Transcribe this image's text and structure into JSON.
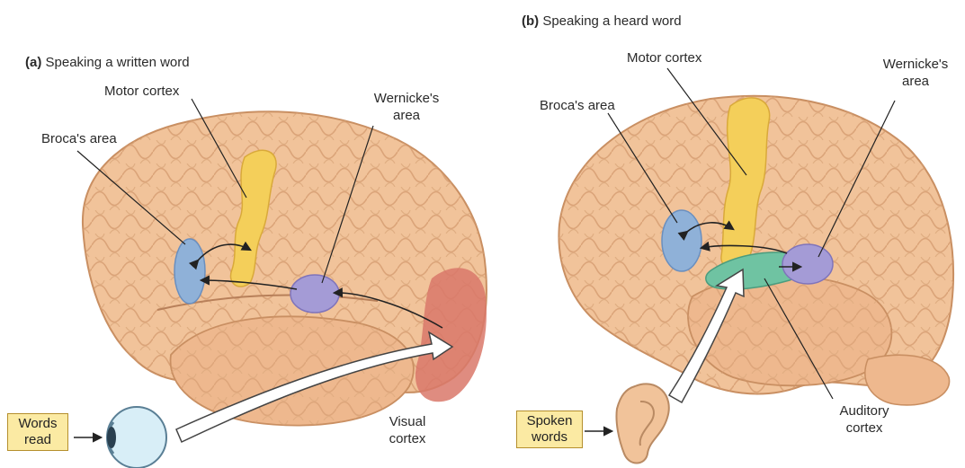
{
  "panel_a": {
    "tag": "(a)",
    "title": "Speaking a written word",
    "labels": {
      "motor_cortex": "Motor cortex",
      "brocas_area": "Broca's area",
      "wernickes_line1": "Wernicke's",
      "wernickes_line2": "area",
      "visual_line1": "Visual",
      "visual_line2": "cortex"
    },
    "input_box": {
      "line1": "Words",
      "line2": "read"
    },
    "sense_organ": "eye-icon"
  },
  "panel_b": {
    "tag": "(b)",
    "title": "Speaking a heard word",
    "labels": {
      "motor_cortex": "Motor cortex",
      "brocas_area": "Broca's area",
      "wernickes_line1": "Wernicke's",
      "wernickes_line2": "area",
      "auditory_line1": "Auditory",
      "auditory_line2": "cortex"
    },
    "input_box": {
      "line1": "Spoken",
      "line2": "words"
    },
    "sense_organ": "ear-icon"
  },
  "colors": {
    "brain": "#f1c39a",
    "brain_outline": "#c98f62",
    "motor_cortex": "#f4cf5a",
    "brocas_area": "#8fb1d8",
    "wernickes_area": "#a49bd6",
    "visual_cortex": "#d9786a",
    "auditory_cortex": "#6fc3a2",
    "label_box": "#fbeaa3"
  }
}
